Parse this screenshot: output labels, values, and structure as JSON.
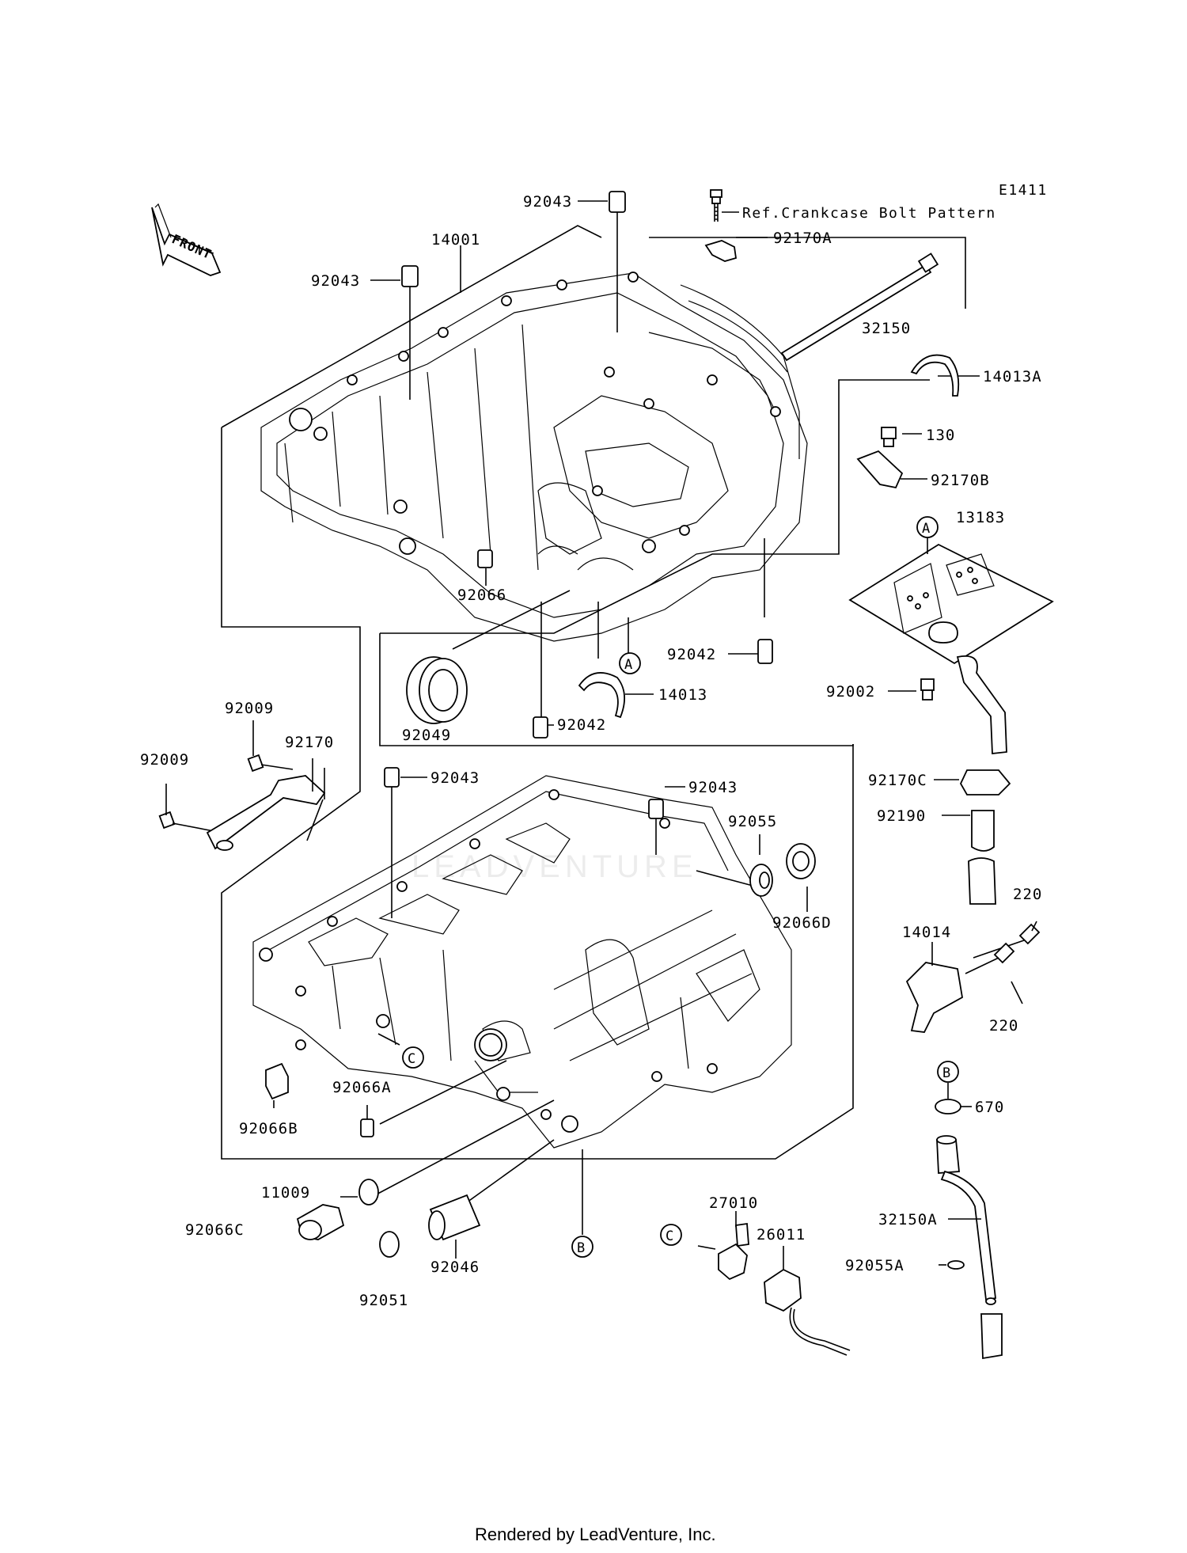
{
  "diagram": {
    "code": "E1411",
    "front_label": "FRONT",
    "bolt_note": "Ref.Crankcase Bolt Pattern",
    "footer": "Rendered by LeadVenture, Inc.",
    "watermark": "LEADVENTURE",
    "callouts": {
      "A": "A",
      "B": "B",
      "C": "C"
    },
    "parts": {
      "p92043_top": "92043",
      "p92043_left": "92043",
      "p14001": "14001",
      "p92170A": "92170A",
      "p32150": "32150",
      "p14013A": "14013A",
      "p130": "130",
      "p92170B": "92170B",
      "p13183": "13183",
      "p92066_upper": "92066",
      "p92042_right": "92042",
      "p92002": "92002",
      "p92049": "92049",
      "p14013": "14013",
      "p92042_bottom": "92042",
      "p92009_a": "92009",
      "p92009_b": "92009",
      "p92170": "92170",
      "p92043_mid_left": "92043",
      "p92043_mid_right": "92043",
      "p92055": "92055",
      "p92066D": "92066D",
      "p92170C": "92170C",
      "p92190": "92190",
      "p220_a": "220",
      "p14014": "14014",
      "p220_b": "220",
      "p670": "670",
      "p92066A": "92066A",
      "p92066B": "92066B",
      "p11009": "11009",
      "p92066C": "92066C",
      "p92046": "92046",
      "p92051": "92051",
      "p27010": "27010",
      "p26011": "26011",
      "p32150A": "32150A",
      "p92055A": "92055A"
    }
  }
}
